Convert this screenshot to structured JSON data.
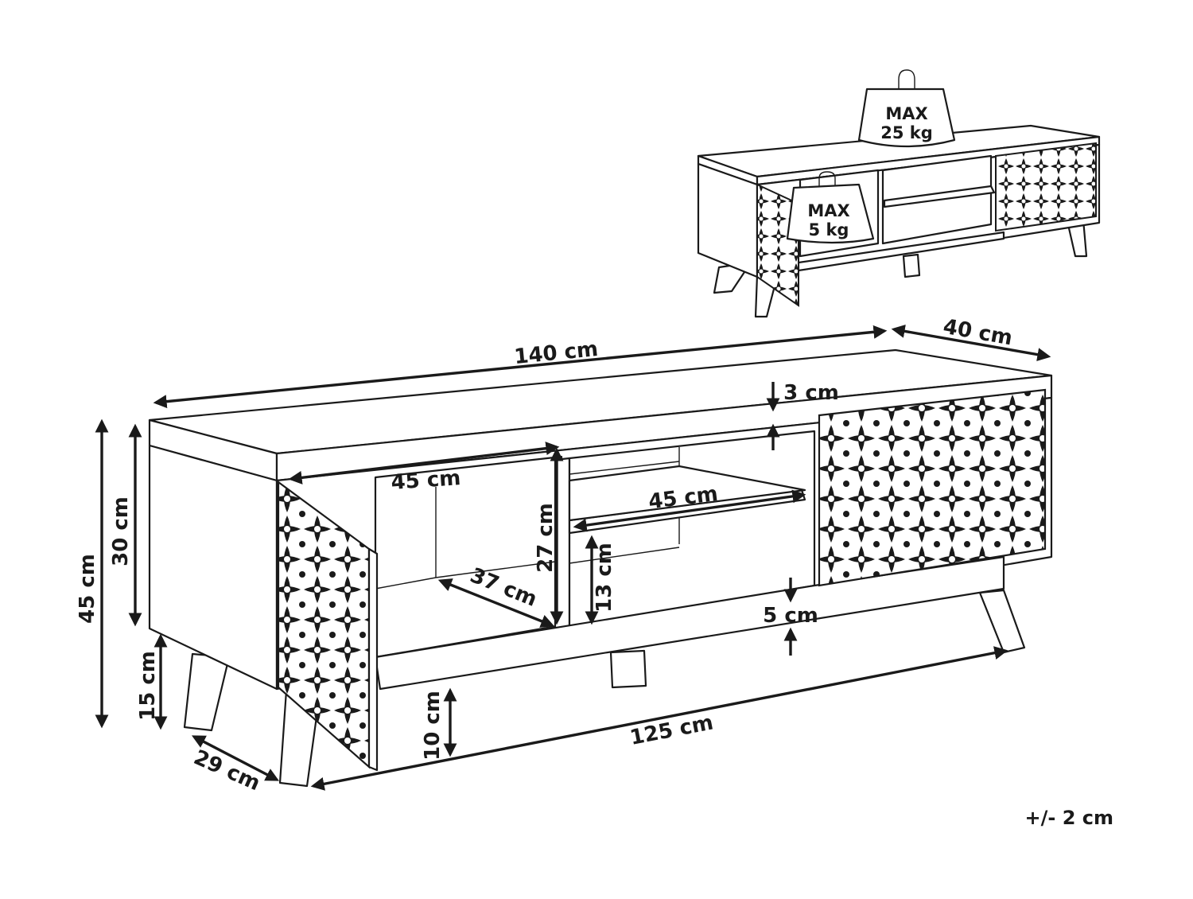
{
  "dimensions": {
    "total_width": "140 cm",
    "depth": "40 cm",
    "total_height": "45 cm",
    "body_height": "30 cm",
    "leg_height": "15 cm",
    "leg_spacing": "29 cm",
    "floor_clearance": "10 cm",
    "base_width": "125 cm",
    "top_thickness": "3 cm",
    "compartment_width": "45 cm",
    "compartment_depth": "37 cm",
    "compartment_height": "27 cm",
    "shelf_width": "45 cm",
    "shelf_gap": "13 cm",
    "bottom_thickness": "5 cm"
  },
  "load": {
    "top_label": "MAX",
    "top_value": "25 kg",
    "shelf_label": "MAX",
    "shelf_value": "5 kg"
  },
  "tolerance": "+/- 2 cm",
  "colors": {
    "line": "#1a1a1a",
    "background": "#ffffff"
  }
}
